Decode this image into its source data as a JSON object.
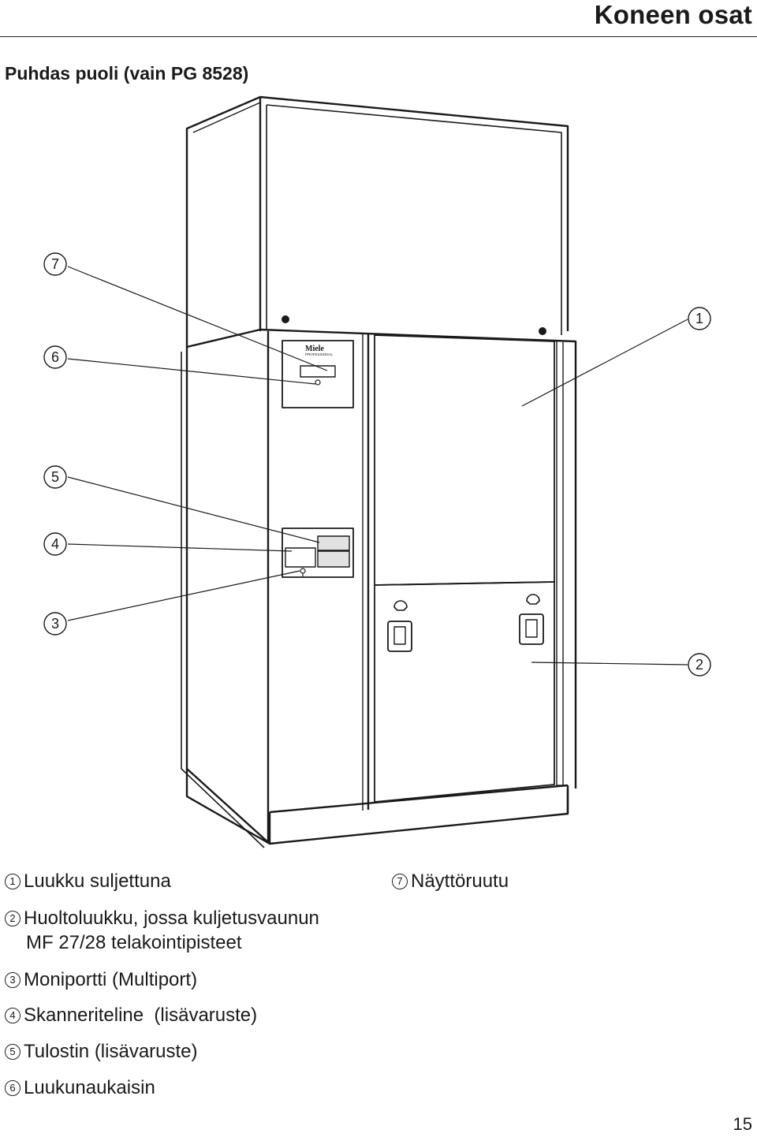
{
  "header": {
    "title": "Koneen osat"
  },
  "subtitle": "Puhdas puoli (vain PG 8528)",
  "figure": {
    "brand_logo": "Miele",
    "brand_sub": "PROFESSIONAL",
    "callouts": [
      "1",
      "2",
      "3",
      "4",
      "5",
      "6",
      "7"
    ]
  },
  "legend": [
    {
      "num": "1",
      "text": "Luukku suljettuna"
    },
    {
      "num": "2",
      "text": "Huoltoluukku, jossa kuljetusvaunun",
      "text2": "MF 27/28 telakointipisteet"
    },
    {
      "num": "3",
      "text": "Moniportti (Multiport)"
    },
    {
      "num": "4",
      "text": "Skanneriteline  (lisävaruste)"
    },
    {
      "num": "5",
      "text": "Tulostin (lisävaruste)"
    },
    {
      "num": "6",
      "text": "Luukunaukaisin"
    },
    {
      "num": "7",
      "text": "Näyttöruutu"
    }
  ],
  "page_number": "15"
}
